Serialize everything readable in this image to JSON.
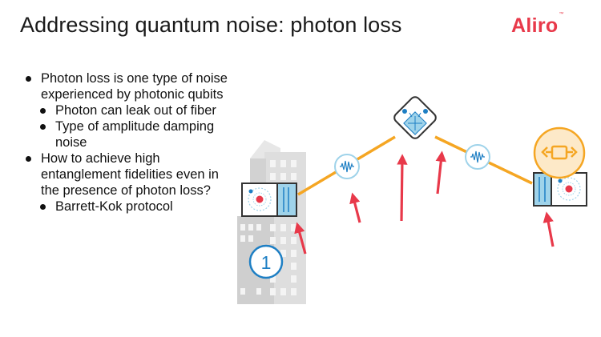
{
  "slide": {
    "title": "Addressing quantum noise: photon loss",
    "logo_text": "Aliro",
    "logo_mark": "™"
  },
  "bullets": [
    {
      "level": 1,
      "text": "Photon loss is one type of noise experienced by photonic qubits"
    },
    {
      "level": 2,
      "text": "Photon can leak out of fiber"
    },
    {
      "level": 2,
      "text": "Type of amplitude damping noise"
    },
    {
      "level": 1,
      "text": "How to achieve high entanglement fidelities even in the presence of photon loss?"
    },
    {
      "level": 2,
      "text": "Barrett-Kok protocol"
    }
  ],
  "diagram": {
    "building_number": "1",
    "colors": {
      "brand": "#e8394a",
      "fiber": "#f5a623",
      "arrow": "#e8394a",
      "node_blue": "#1e7fc4",
      "photon_blue": "#9fd3ea",
      "building_gray": "#d4d4d4"
    },
    "icons": [
      "building-icon",
      "quantum-node-icon",
      "photon-icon",
      "beam-splitter-icon",
      "swap-icon",
      "loss-arrow-icon"
    ]
  }
}
